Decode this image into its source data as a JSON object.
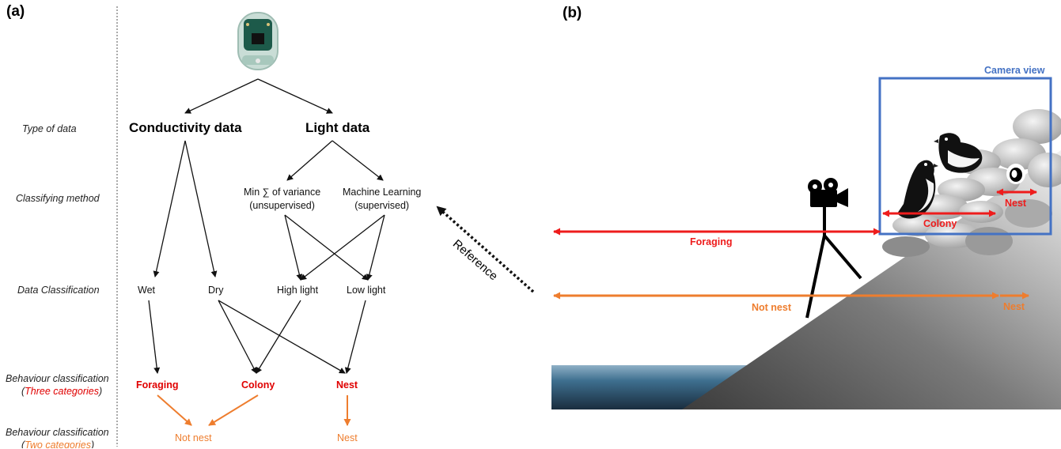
{
  "panel_a": {
    "label": "(a)",
    "row_labels": {
      "type_of_data": "Type of data",
      "classifying_method": "Classifying method",
      "data_classification": "Data Classification",
      "behaviour_three": "Behaviour classification",
      "behaviour_three_paren_open": "(",
      "behaviour_three_note": "Three categories",
      "behaviour_three_paren_close": ")",
      "behaviour_two": "Behaviour classification",
      "behaviour_two_paren_open": "(",
      "behaviour_two_note": "Two categories",
      "behaviour_two_paren_close": ")"
    },
    "data_types": {
      "conductivity": "Conductivity data",
      "light": "Light data"
    },
    "methods": {
      "min_variance_line1": "Min ∑ of variance",
      "min_variance_line2": "(unsupervised)",
      "ml_line1": "Machine Learning",
      "ml_line2": "(supervised)"
    },
    "classes": {
      "wet": "Wet",
      "dry": "Dry",
      "high_light": "High light",
      "low_light": "Low light"
    },
    "behaviour_three": {
      "foraging": "Foraging",
      "colony": "Colony",
      "nest": "Nest"
    },
    "behaviour_two": {
      "not_nest": "Not nest",
      "nest": "Nest"
    },
    "colors": {
      "red": "#e00000",
      "orange": "#ee7d2e"
    }
  },
  "reference_label": "Reference",
  "panel_b": {
    "label": "(b)",
    "camera_view": "Camera view",
    "red_labels": {
      "foraging": "Foraging",
      "colony": "Colony",
      "nest": "Nest"
    },
    "orange_labels": {
      "not_nest": "Not nest",
      "nest": "Nest"
    },
    "colors": {
      "camera_box": "#4472c4",
      "red": "#ee1c1c",
      "orange": "#ee7d2e"
    }
  }
}
